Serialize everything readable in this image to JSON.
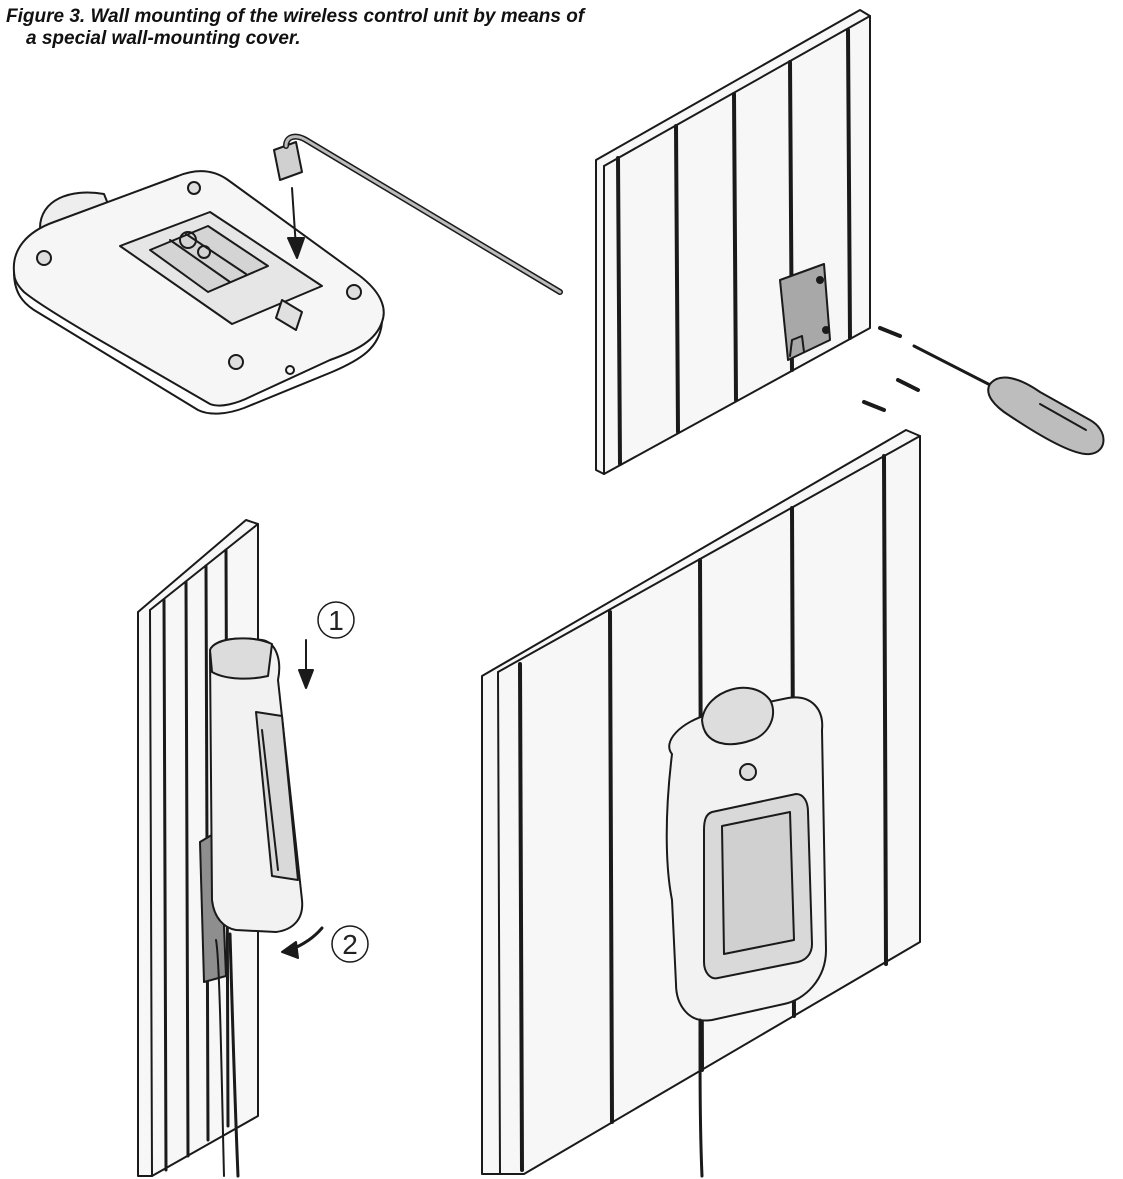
{
  "caption": {
    "line1": "Figure 3. Wall mounting of the wireless control unit by means of",
    "line2": "a special wall-mounting cover."
  },
  "steps": {
    "one": "1",
    "two": "2"
  },
  "colors": {
    "line": "#1a1a1a",
    "panel": "#f4f4f4",
    "screen": "#d9d9d9",
    "bracket": "#a8a8a8"
  }
}
